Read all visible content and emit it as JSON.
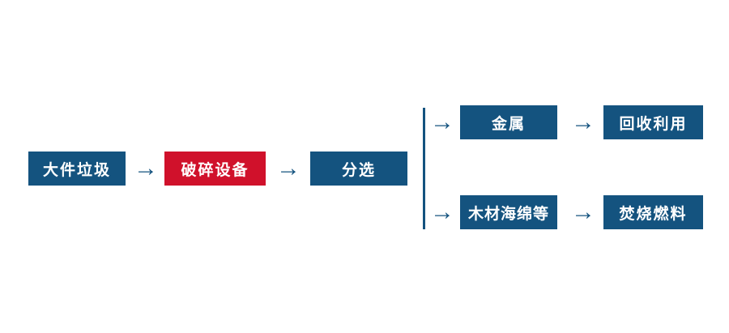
{
  "diagram": {
    "type": "flowchart",
    "nodes": {
      "bulky_waste": "大件垃圾",
      "crushing_equipment": "破碎设备",
      "sorting": "分选",
      "metal": "金属",
      "recycling": "回收利用",
      "wood_sponge": "木材海绵等",
      "incineration_fuel": "焚烧燃料"
    },
    "arrow_glyph": "→",
    "flow": [
      [
        "bulky_waste",
        "crushing_equipment",
        "sorting"
      ],
      [
        "sorting",
        "metal",
        "recycling"
      ],
      [
        "sorting",
        "wood_sponge",
        "incineration_fuel"
      ]
    ],
    "colors": {
      "primary_blue": "#14537f",
      "accent_red": "#d0112b",
      "text_on_fill": "#ffffff",
      "background": "#ffffff"
    }
  }
}
